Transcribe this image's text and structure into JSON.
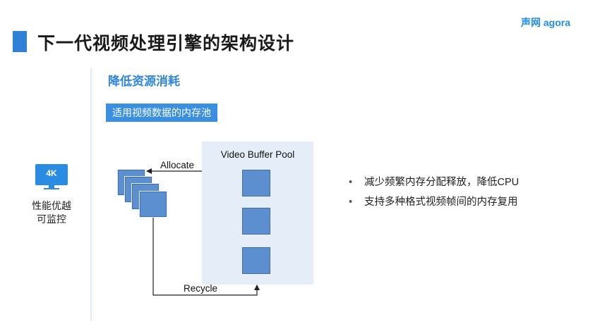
{
  "header": {
    "title": "下一代视频处理引擎的架构设计",
    "brand": "声网 agora"
  },
  "sidebar": {
    "monitor_text": "4K",
    "label_line1": "性能优越",
    "label_line2": "可监控"
  },
  "section": {
    "title": "降低资源消耗",
    "tag": "适用视频数据的内存池"
  },
  "diagram": {
    "pool_title": "Video Buffer Pool",
    "allocate_label": "Allocate",
    "recycle_label": "Recycle"
  },
  "bullets": [
    "减少频繁内存分配释放，降低CPU",
    "支持多种格式视频帧间的内存复用"
  ],
  "colors": {
    "accent": "#2f80d6",
    "block": "#5b8fd0",
    "pool_bg": "#e5eef8",
    "brand": "#1f8ee8"
  }
}
